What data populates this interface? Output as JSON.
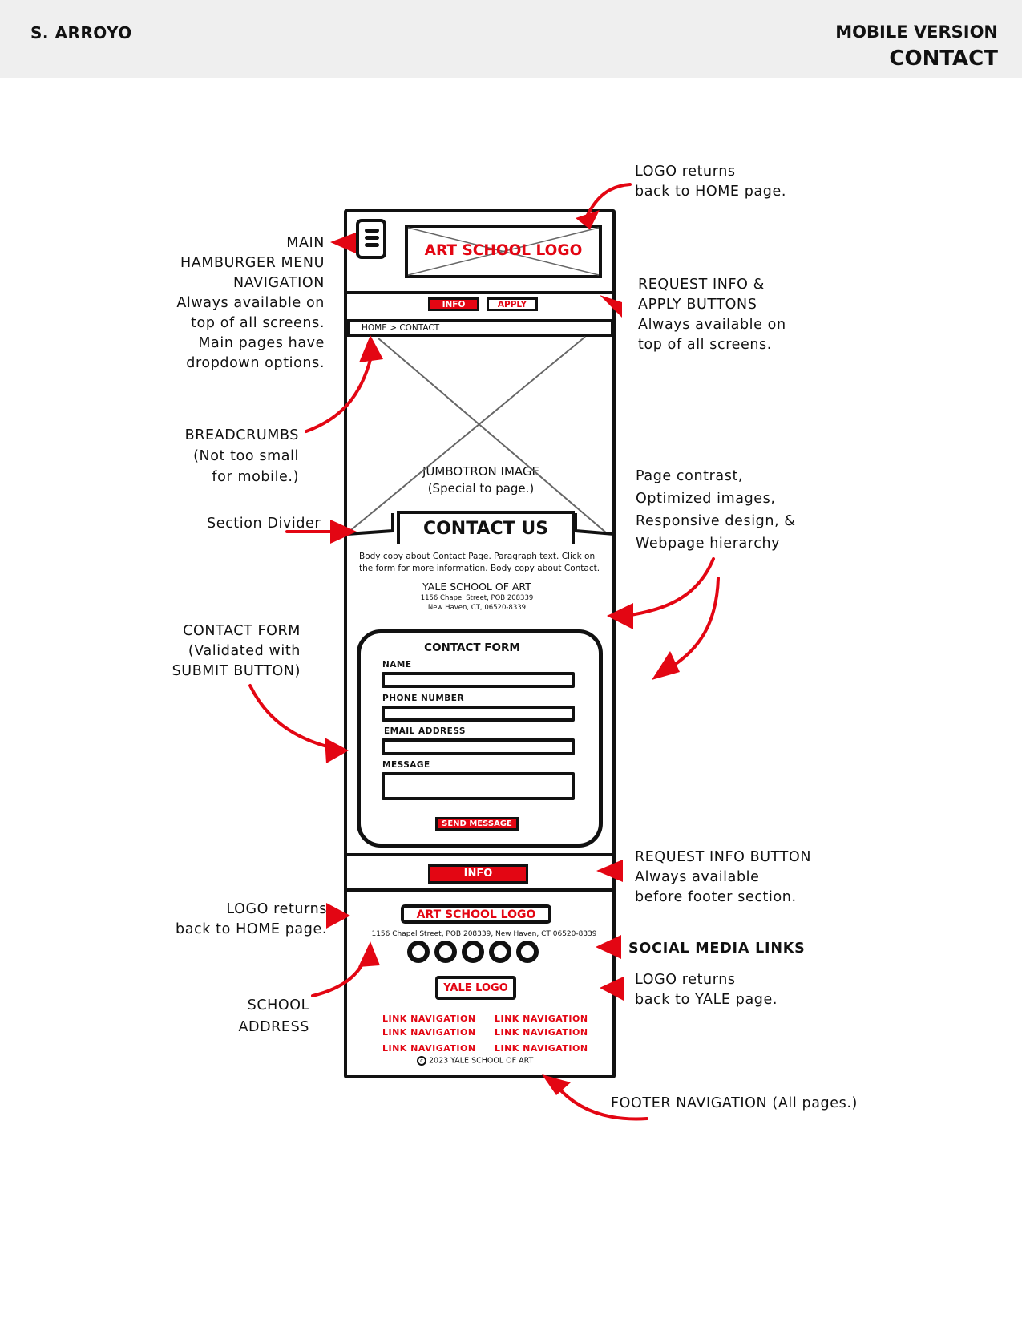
{
  "header": {
    "author": "S. ARROYO",
    "version": "MOBILE VERSION",
    "page": "CONTACT"
  },
  "annotations": {
    "logo_top": "LOGO returns\nback to HOME page.",
    "hamburger": "MAIN\nHAMBURGER MENU\nNAVIGATION\nAlways available on\ntop of all screens.\nMain pages have\ndropdown options.",
    "request_apply": "REQUEST INFO &\nAPPLY BUTTONS\nAlways available on\ntop of all screens.",
    "breadcrumbs": "BREADCRUMBS\n(Not too small\nfor mobile.)",
    "section_divider": "Section Divider",
    "page_contrast": "Page contrast,\nOptimized images,\nResponsive design, &\nWebpage hierarchy",
    "contact_form": "CONTACT FORM\n(Validated with\nSUBMIT BUTTON)",
    "request_info": "REQUEST INFO BUTTON\nAlways available\nbefore footer section.",
    "logo_footer": "LOGO returns\nback to HOME page.",
    "social": "SOCIAL MEDIA LINKS",
    "yale_logo": "LOGO returns\nback to YALE page.",
    "school_address": "SCHOOL\nADDRESS",
    "footer_nav": "FOOTER NAVIGATION (All pages.)"
  },
  "wireframe": {
    "logo": "ART SCHOOL LOGO",
    "info_button": "INFO",
    "apply_button": "APPLY",
    "breadcrumb": "HOME   >   CONTACT",
    "jumbotron": "JUMBOTRON IMAGE\n(Special to page.)",
    "section_title": "CONTACT US",
    "body_copy": "Body copy about Contact Page. Paragraph text. Click on the form for more information. Body copy about Contact.",
    "school_name": "YALE SCHOOL OF ART",
    "address_line1": "1156 Chapel Street, POB 208339",
    "address_line2": "New Haven, CT, 06520-8339",
    "form": {
      "title": "CONTACT FORM",
      "name_label": "NAME",
      "phone_label": "PHONE NUMBER",
      "email_label": "EMAIL ADDRESS",
      "message_label": "MESSAGE",
      "submit": "SEND MESSAGE"
    },
    "info_button_bottom": "INFO",
    "footer": {
      "logo": "ART SCHOOL LOGO",
      "address": "1156 Chapel Street, POB 208339, New Haven, CT 06520-8339",
      "yale_logo": "YALE LOGO",
      "links": [
        "LINK NAVIGATION",
        "LINK NAVIGATION",
        "LINK NAVIGATION",
        "LINK NAVIGATION",
        "LINK NAVIGATION",
        "LINK NAVIGATION"
      ],
      "copyright_symbol": "c",
      "copyright": "2023 YALE SCHOOL OF ART"
    }
  },
  "colors": {
    "accent_red": "#e30613",
    "ink": "#111111",
    "header_bg": "#efefef"
  }
}
